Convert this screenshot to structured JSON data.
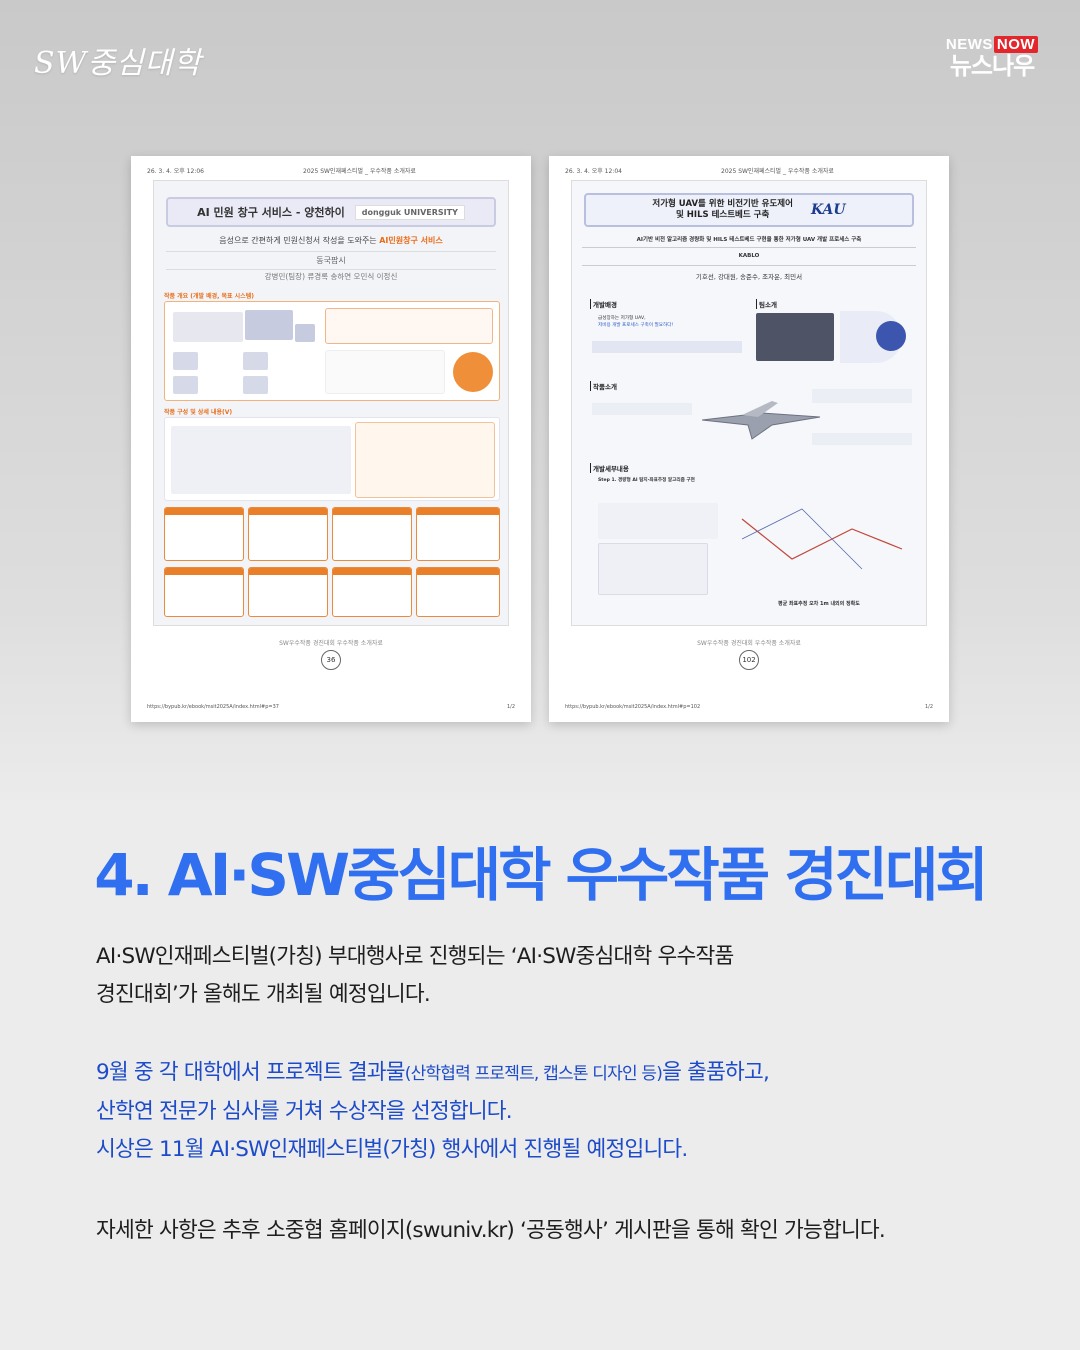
{
  "brand": {
    "logo_text": "SW중심대학"
  },
  "news_logo": {
    "top_prefix": "NEWS",
    "top_highlight": "NOW",
    "bottom": "뉴스나우"
  },
  "left_page": {
    "header_date": "26. 3. 4. 오후 12:06",
    "header_title": "2025 SW인재페스티벌 _ 우수작품 소개자료",
    "poster_title": "AI 민원 창구 서비스 - 양천하이",
    "poster_university": "dongguk UNIVERSITY",
    "poster_subtitle_prefix": "음성으로 간편하게 민원신청서 작성을 도와주는 ",
    "poster_subtitle_highlight": "AI민원창구 서비스",
    "poster_team": "동국팝시",
    "poster_members": "강병민(팀장)  류경록  송하연  오민식  이정신",
    "section_1": "작품 개요 (개발 배경, 목표 시스템)",
    "section_2": "작품 구성 및 상세 내용(V)",
    "caption": "SW우수작품 경진대회 우수작품 소개자료",
    "page_number": "36",
    "footer_url": "https://bypub.kr/ebook/msit2025A/index.html#p=37",
    "footer_page": "1/2"
  },
  "right_page": {
    "header_date": "26. 3. 4. 오후 12:04",
    "header_title": "2025 SW인재페스티벌 _ 우수작품 소개자료",
    "poster_title_line1": "저가형 UAV를 위한 비전기반 유도제어",
    "poster_title_line2": "및 HILS 테스트베드 구축",
    "poster_university": "KAU",
    "poster_subtitle": "AI기반 비전 알고리즘 경량화 및 HILS 테스트베드 구현을 통한 저가형 UAV 개발 프로세스 구축",
    "poster_team": "KABLO",
    "poster_members": "기호선, 강대원, 송준수, 조자운, 최민서",
    "section_background": "개발배경",
    "section_team": "팀소개",
    "section_work": "작품소개",
    "section_detail": "개발세부내용",
    "bg_line1": "급성장하는 저가형 UAV,",
    "bg_line2": "저비용 개발 프로세스 구축이 필요하다!",
    "step1": "Step 1. 경량형 AI 탐지·좌표추정 알고리즘 구현",
    "accuracy": "평균 좌표추정 오차 1m 내외의 정확도",
    "caption": "SW우수작품 경진대회 우수작품 소개자료",
    "page_number": "102",
    "footer_url": "https://bypub.kr/ebook/msit2025A/index.html#p=102",
    "footer_page": "1/2"
  },
  "main_title": "4. AI·SW중심대학 우수작품 경진대회",
  "paragraph_1": {
    "line1": "AI·SW인재페스티벌(가칭) 부대행사로 진행되는 ‘AI·SW중심대학 우수작품",
    "line2": "경진대회’가 올해도 개최될 예정입니다."
  },
  "paragraph_2": {
    "line1_a": "9월 중 각 대학에서 프로젝트 결과물",
    "line1_small": "(산학협력 프로젝트, 캡스톤 디자인 등)",
    "line1_b": "을 출품하고,",
    "line2": "산학연 전문가 심사를 거쳐 수상작을 선정합니다.",
    "line3": "시상은 11월 AI·SW인재페스티벌(가칭) 행사에서 진행될 예정입니다."
  },
  "paragraph_3": {
    "line1": "자세한 사항은 추후 소중협 홈페이지(swuniv.kr) ‘공동행사’ 게시판을 통해 확인 가능합니다."
  },
  "colors": {
    "accent_blue": "#2f6ff0",
    "body_blue": "#1d4bc9",
    "news_red": "#e3262b",
    "poster_orange": "#ea7f2a"
  }
}
